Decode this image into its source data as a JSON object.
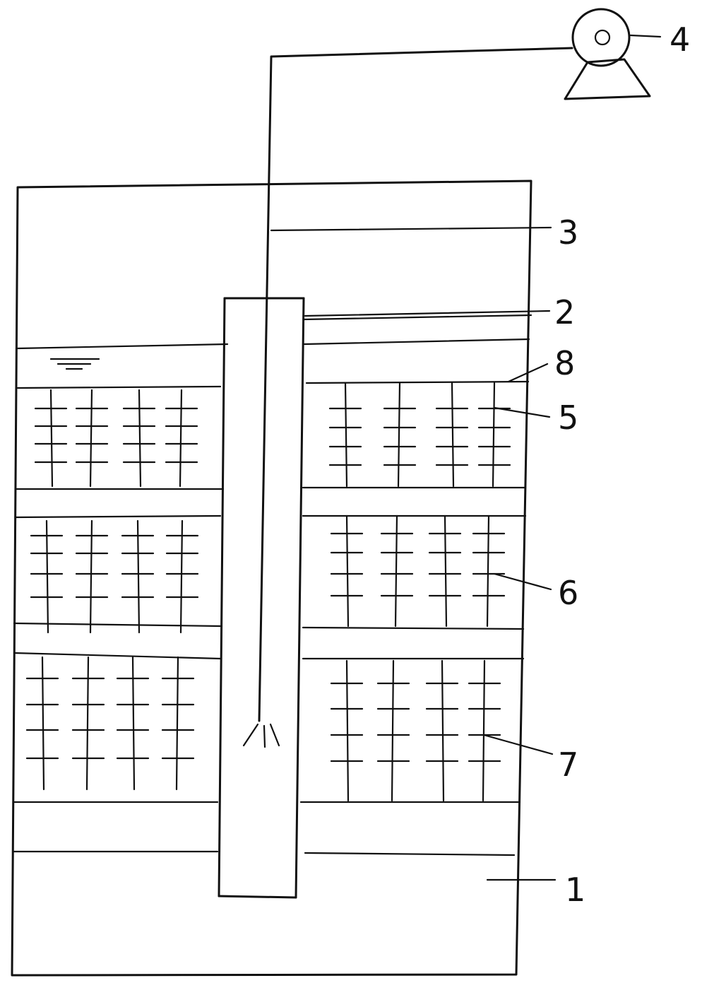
{
  "colors": {
    "ink": "#111111",
    "background": "#ffffff"
  },
  "labels": [
    {
      "id": "label-1",
      "text": "1"
    },
    {
      "id": "label-2",
      "text": "2"
    },
    {
      "id": "label-3",
      "text": "3"
    },
    {
      "id": "label-4",
      "text": "4"
    },
    {
      "id": "label-5",
      "text": "5"
    },
    {
      "id": "label-6",
      "text": "6"
    },
    {
      "id": "label-7",
      "text": "7"
    },
    {
      "id": "label-8",
      "text": "8"
    }
  ]
}
